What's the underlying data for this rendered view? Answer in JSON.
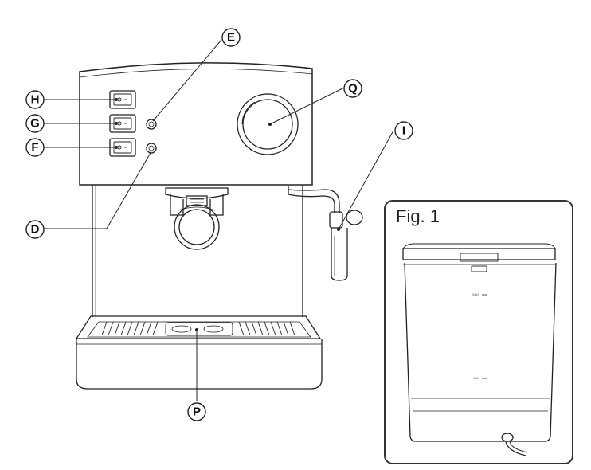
{
  "figure": {
    "inset_title": "Fig. 1",
    "tank_marks": {
      "max": "MAX",
      "min": "MIN"
    }
  },
  "callouts": [
    {
      "id": "E",
      "label": "E"
    },
    {
      "id": "Q",
      "label": "Q"
    },
    {
      "id": "H",
      "label": "H"
    },
    {
      "id": "G",
      "label": "G"
    },
    {
      "id": "F",
      "label": "F"
    },
    {
      "id": "I",
      "label": "I"
    },
    {
      "id": "D",
      "label": "D"
    },
    {
      "id": "P",
      "label": "P"
    }
  ],
  "colors": {
    "line": "#222222",
    "inset_border": "#333333"
  }
}
